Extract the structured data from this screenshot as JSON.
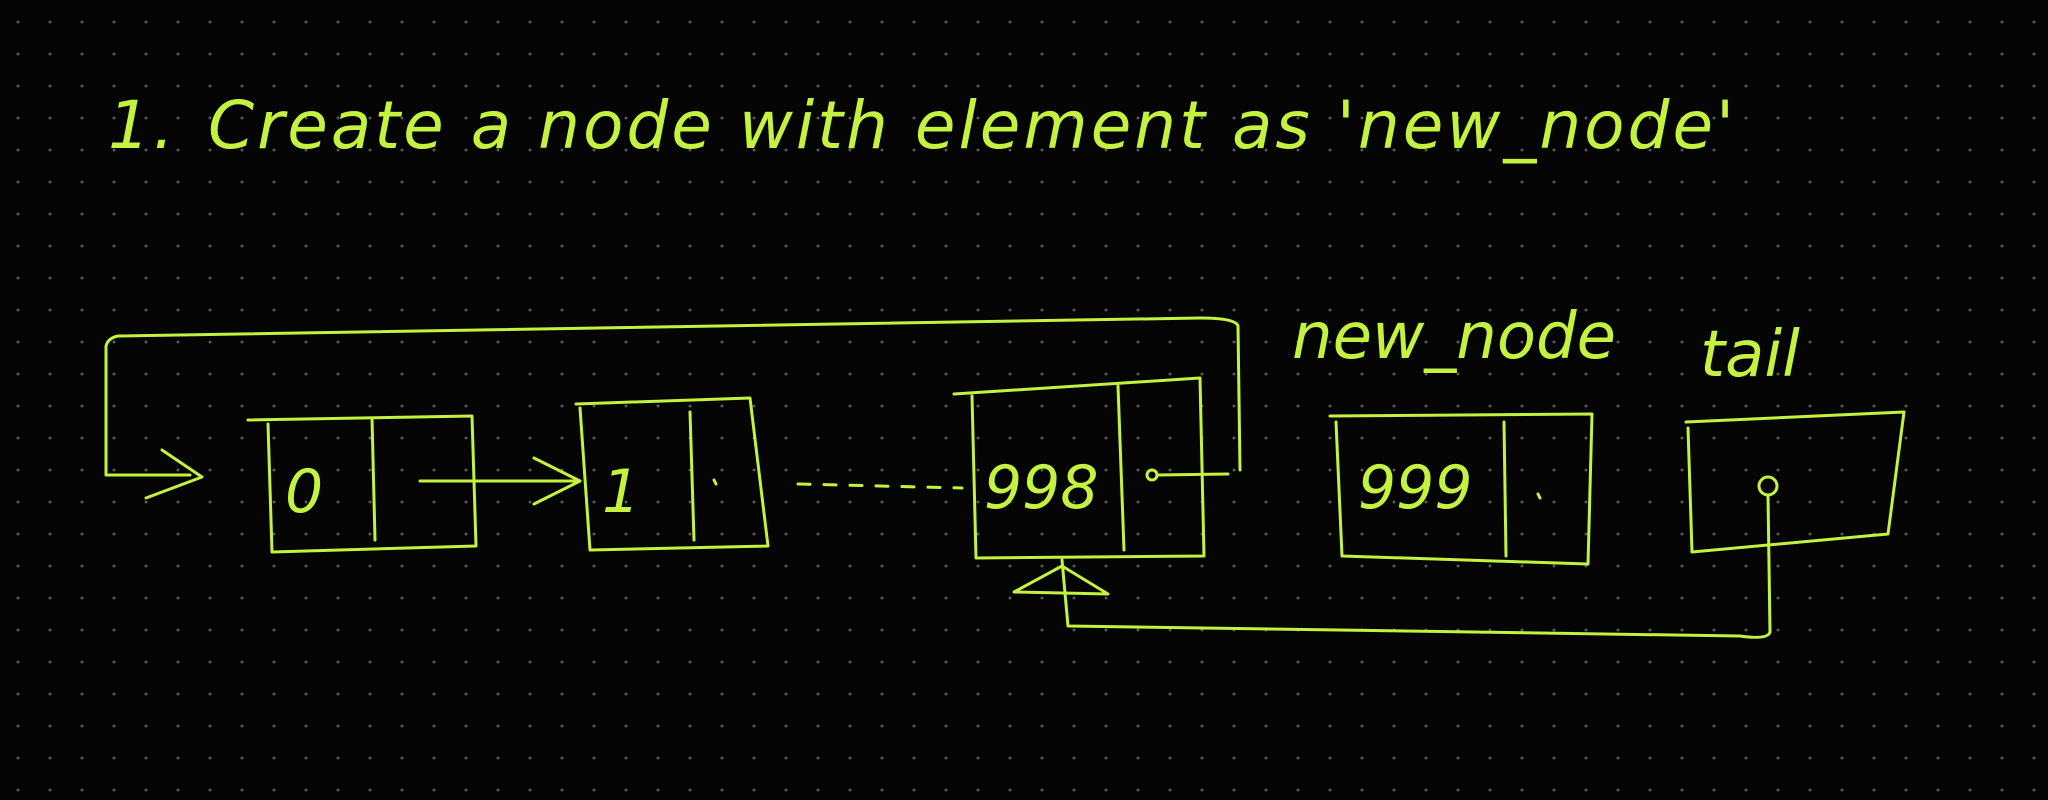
{
  "step": {
    "number": "1.",
    "text": "Create a node with element as 'new_node'"
  },
  "labels": {
    "new_node": "new_node",
    "tail": "tail"
  },
  "nodes": [
    {
      "value": "0"
    },
    {
      "value": "1"
    },
    {
      "value": "998"
    },
    {
      "value": "999"
    }
  ],
  "ink_color": "#c4f23f"
}
